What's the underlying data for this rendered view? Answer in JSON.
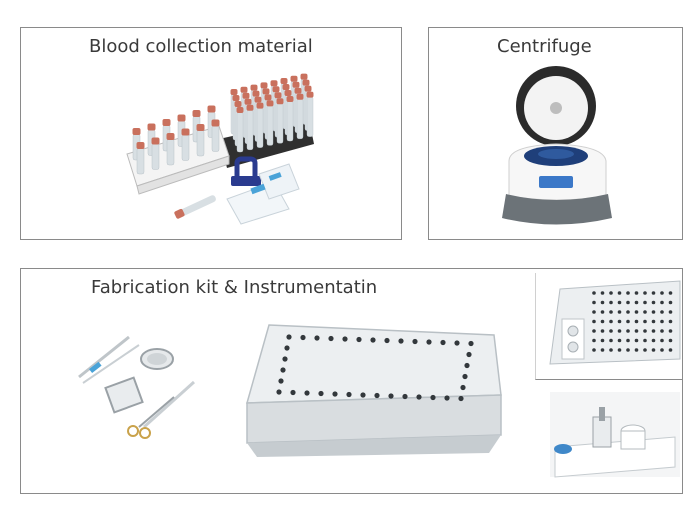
{
  "panels": {
    "blood": {
      "title": "Blood collection material"
    },
    "centrifuge": {
      "title": "Centrifuge"
    },
    "fabrication": {
      "title": "Fabrication kit & Instrumentatin"
    }
  },
  "colors": {
    "border": "#8a8a8a",
    "tube_cap": "#c9705d",
    "tube_body": "#d8dfe3",
    "rack": "#ffffff",
    "rack_dark": "#2f2f2f",
    "tourniquet": "#2a3b8f",
    "needle_blue": "#4aa3d8",
    "steel": "#d9dde0",
    "steel_dark": "#9aa1a6",
    "hole": "#33383c",
    "centrifuge_base": "#6c7378",
    "centrifuge_lid": "#2b2b2b",
    "centrifuge_rotor": "#1f3f7a",
    "display_blue": "#3b78c8"
  },
  "icons": {
    "blood": "blood-collection-illustration",
    "centrifuge": "centrifuge-illustration",
    "instruments": "surgical-instruments-illustration",
    "tray": "sterilization-tray-illustration",
    "tray_detail": "tray-detail-illustration",
    "press_detail": "press-detail-illustration"
  }
}
